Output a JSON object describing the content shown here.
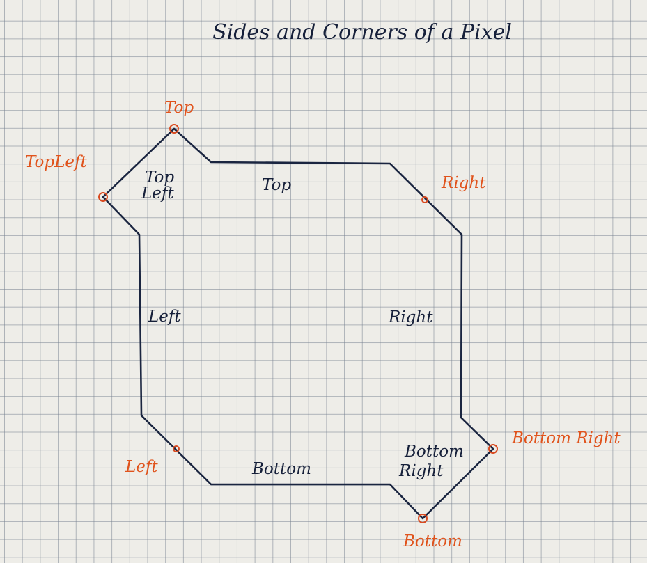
{
  "title": "Sides and Corners of a Pixel",
  "inner_labels": {
    "top_left": [
      "Top",
      "Left"
    ],
    "top": "Top",
    "left": "Left",
    "right": "Right",
    "bottom": "Bottom",
    "bottom_right": [
      "Bottom",
      "Right"
    ]
  },
  "point_labels": {
    "top": "Top",
    "top_left": "TopLeft",
    "right": "Right",
    "left": "Left",
    "bottom_right": "Bottom Right",
    "bottom": "Bottom"
  },
  "colors": {
    "ink": "#16203a",
    "marker": "#e0531c",
    "grid": "#78828f",
    "paper": "#eeede8"
  }
}
